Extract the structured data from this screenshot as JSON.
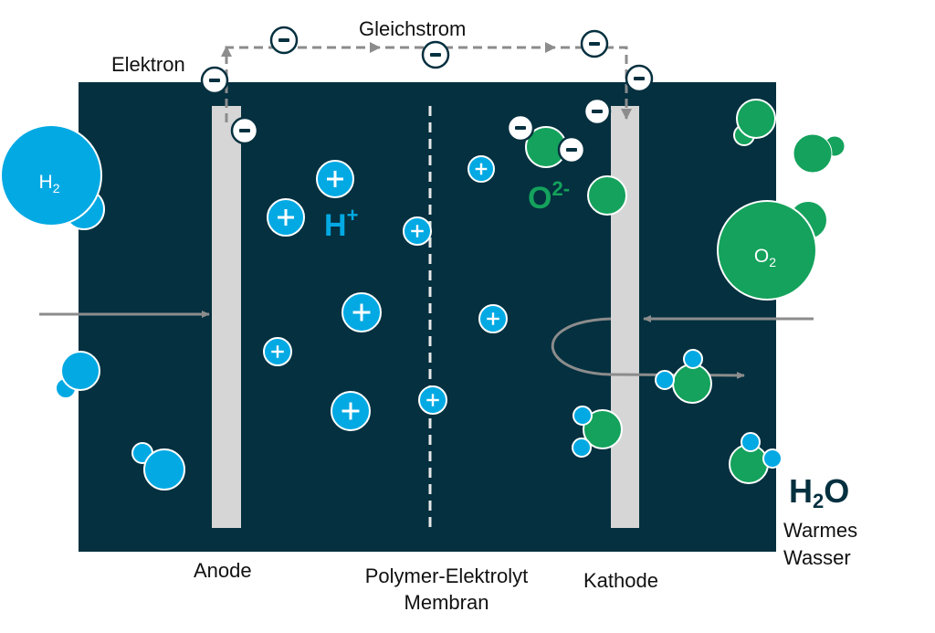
{
  "colors": {
    "cell_background": "#04303f",
    "electrode": "#d6d6d6",
    "hydrogen": "#03a9e3",
    "oxygen": "#14a25c",
    "arrow": "#8c8c8c",
    "electron_ring": "#04303f",
    "label_text": "#111111",
    "h2o_text": "#04303f"
  },
  "labels": {
    "electron": "Elektron",
    "direct_current": "Gleichstrom",
    "anode": "Anode",
    "membrane_line1": "Polymer-Elektrolyt",
    "membrane_line2": "Membran",
    "cathode": "Kathode",
    "water_line1": "Warmes",
    "water_line2": "Wasser"
  },
  "formulas": {
    "hydrogen_molecule": {
      "base": "H",
      "sub": "2"
    },
    "oxygen_molecule": {
      "base": "O",
      "sub": "2"
    },
    "proton": {
      "base": "H",
      "sup": "+"
    },
    "oxide_ion": {
      "base": "O",
      "sup": "2-"
    },
    "water": {
      "base": "H",
      "sub": "2",
      "tail": "O"
    }
  },
  "symbols": {
    "electron_sign": "−",
    "proton_sign": "+"
  }
}
